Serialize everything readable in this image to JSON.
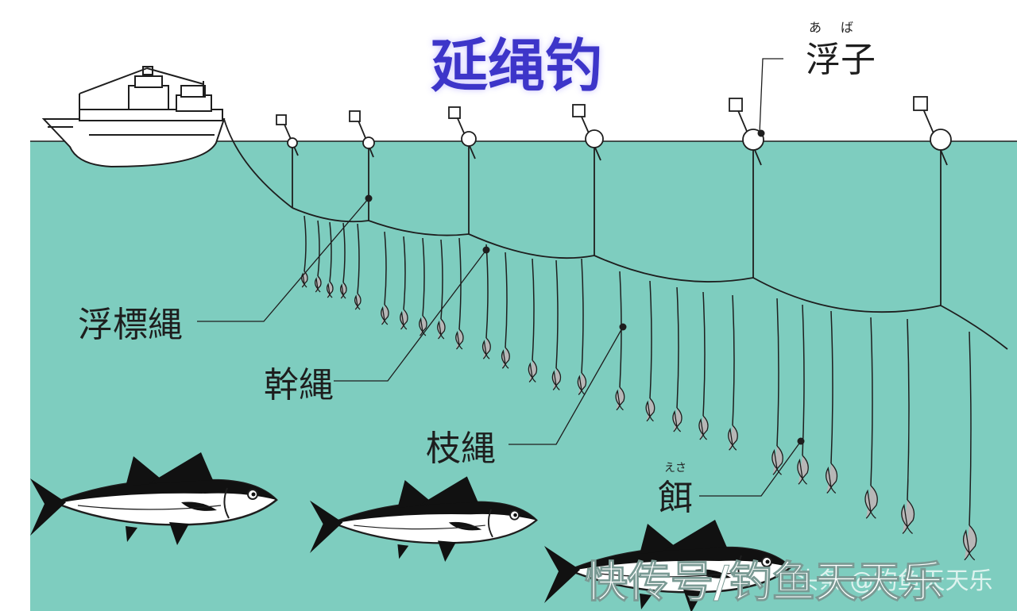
{
  "title": "延绳钓",
  "labels": {
    "float": "浮子",
    "float_ruby": "あば",
    "buoy_line": "浮標縄",
    "main_line": "幹縄",
    "branch_line": "枝縄",
    "bait": "餌",
    "bait_ruby": "えさ"
  },
  "watermark": {
    "text": "快传号/钓鱼天天乐",
    "text2": "头条 @钓鱼天天乐"
  },
  "colors": {
    "sea": "#7ecdbf",
    "title": "#3e35c9",
    "title_glow": "#c9c2ff",
    "line": "#1e1e1e"
  }
}
